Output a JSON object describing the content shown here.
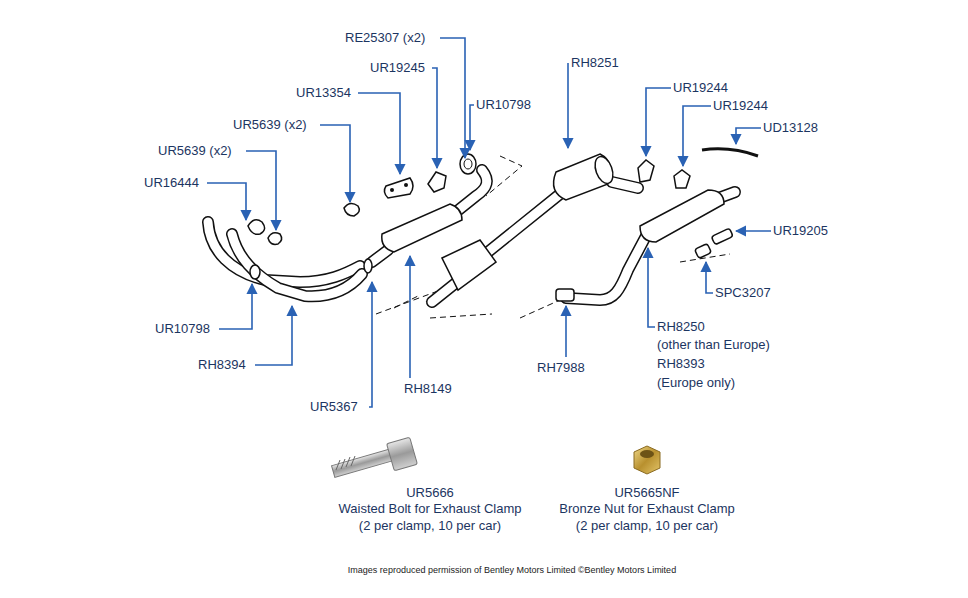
{
  "diagram": {
    "labels": [
      "RE25307 (x2)",
      "UR19245",
      "UR13354",
      "UR10798",
      "UR5639 (x2)",
      "UR5639 (x2)",
      "UR16444",
      "UR10798",
      "RH8394",
      "UR5367",
      "RH8149",
      "RH8251",
      "UR19244",
      "UR19244",
      "UD13128",
      "UR19205",
      "SPC3207",
      "RH7988",
      "RH8250",
      "(other than Europe)",
      "RH8393",
      "(Europe only)",
      "UR5666",
      "Waisted Bolt for Exhaust Clamp",
      "(2 per clamp, 10 per car)",
      "UR5665NF",
      "Bronze Nut for Exhaust Clamp",
      "(2 per clamp, 10 per car)",
      "Images reproduced permission of Bentley Motors Limited ©Bentley Motors Limited"
    ]
  }
}
